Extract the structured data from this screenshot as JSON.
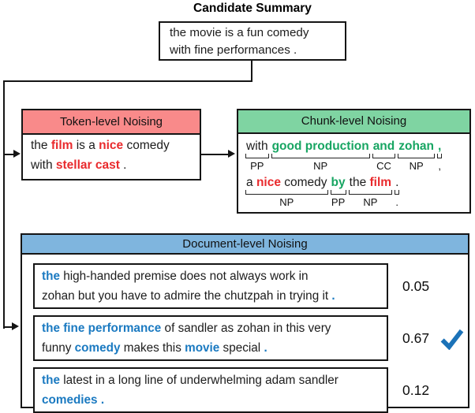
{
  "title": "Candidate Summary",
  "colors": {
    "red": "#e92a2d",
    "green": "#17a562",
    "blue": "#1b7ac1",
    "check_blue": "#1b72b8",
    "header_pink": "#f98a8a",
    "header_green": "#7fd4a2",
    "header_blue": "#7fb5de"
  },
  "candidate_summary": {
    "lines": [
      [
        {
          "t": "the movie is a fun comedy",
          "c": "black"
        }
      ],
      [
        {
          "t": "with fine performances .",
          "c": "black"
        }
      ]
    ]
  },
  "token_noising": {
    "header": "Token-level Noising",
    "lines": [
      [
        {
          "t": "the ",
          "c": "black"
        },
        {
          "t": "film",
          "c": "red"
        },
        {
          "t": " is a ",
          "c": "black"
        },
        {
          "t": "nice",
          "c": "red"
        },
        {
          "t": " comedy",
          "c": "black"
        }
      ],
      [
        {
          "t": "with ",
          "c": "black"
        },
        {
          "t": "stellar cast",
          "c": "red"
        },
        {
          "t": " .",
          "c": "black"
        }
      ]
    ]
  },
  "chunk_noising": {
    "header": "Chunk-level Noising",
    "lines": [
      {
        "chunks": [
          {
            "tokens": [
              {
                "t": "with",
                "c": "black"
              }
            ],
            "pos": "PP"
          },
          {
            "tokens": [
              {
                "t": "good production",
                "c": "green"
              }
            ],
            "pos": "NP"
          },
          {
            "tokens": [
              {
                "t": "and",
                "c": "green"
              }
            ],
            "pos": "CC"
          },
          {
            "tokens": [
              {
                "t": "zohan",
                "c": "green"
              }
            ],
            "pos": "NP"
          },
          {
            "tokens": [
              {
                "t": ",",
                "c": "green"
              }
            ],
            "pos": ","
          }
        ]
      },
      {
        "chunks": [
          {
            "tokens": [
              {
                "t": "a ",
                "c": "black"
              },
              {
                "t": "nice",
                "c": "red"
              },
              {
                "t": " comedy",
                "c": "black"
              }
            ],
            "pos": "NP"
          },
          {
            "tokens": [
              {
                "t": "by",
                "c": "green"
              }
            ],
            "pos": "PP"
          },
          {
            "tokens": [
              {
                "t": "the ",
                "c": "black"
              },
              {
                "t": "film",
                "c": "red"
              }
            ],
            "pos": "NP"
          },
          {
            "tokens": [
              {
                "t": ".",
                "c": "black"
              }
            ],
            "pos": "."
          }
        ]
      }
    ]
  },
  "document_noising": {
    "header": "Document-level Noising",
    "rows": [
      {
        "lines": [
          [
            {
              "t": "the",
              "c": "blue"
            },
            {
              "t": " high-handed premise does not always work in",
              "c": "black"
            }
          ],
          [
            {
              "t": "zohan but you have to admire the chutzpah in trying it ",
              "c": "black"
            },
            {
              "t": ".",
              "c": "blue"
            }
          ]
        ],
        "score": "0.05",
        "selected": false
      },
      {
        "lines": [
          [
            {
              "t": "the fine performance",
              "c": "blue"
            },
            {
              "t": " of sandler as zohan in this very",
              "c": "black"
            }
          ],
          [
            {
              "t": "funny ",
              "c": "black"
            },
            {
              "t": "comedy",
              "c": "blue"
            },
            {
              "t": " makes this ",
              "c": "black"
            },
            {
              "t": "movie",
              "c": "blue"
            },
            {
              "t": " special ",
              "c": "black"
            },
            {
              "t": ".",
              "c": "blue"
            }
          ]
        ],
        "score": "0.67",
        "selected": true
      },
      {
        "lines": [
          [
            {
              "t": "the",
              "c": "blue"
            },
            {
              "t": " latest in a long line of underwhelming adam sandler",
              "c": "black"
            }
          ],
          [
            {
              "t": "comedies .",
              "c": "blue"
            }
          ]
        ],
        "score": "0.12",
        "selected": false
      }
    ]
  }
}
